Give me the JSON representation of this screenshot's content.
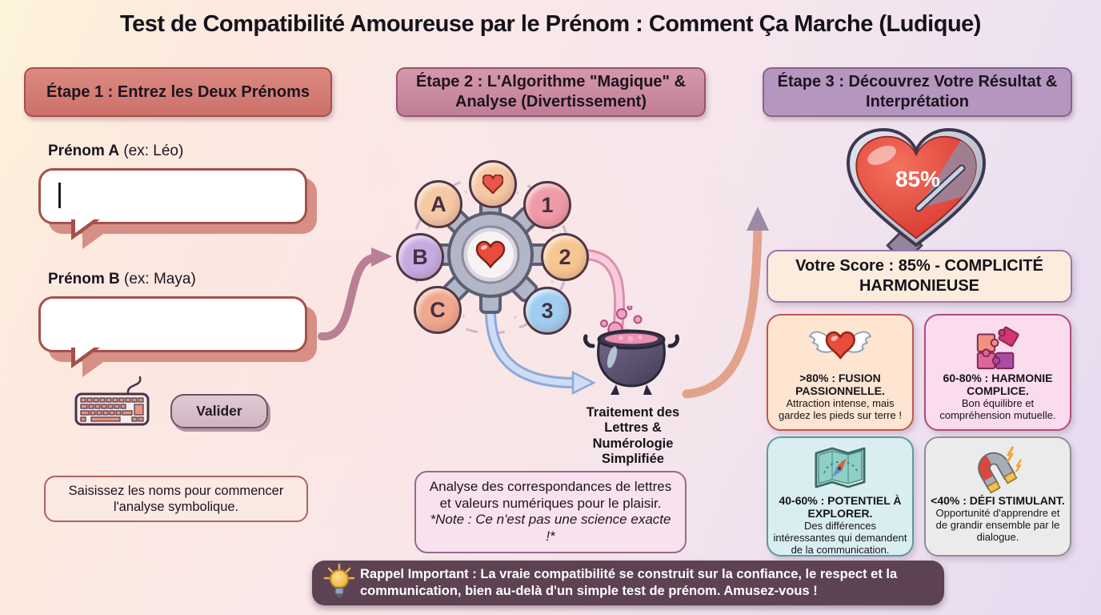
{
  "title": "Test de Compatibilité Amoureuse par le Prénom : Comment Ça Marche (Ludique)",
  "step1": {
    "header": "Étape 1 : Entrez les Deux Prénoms",
    "label_a_bold": "Prénom A",
    "label_a_hint": " (ex: Léo)",
    "input_a_value": "",
    "label_b_bold": "Prénom B",
    "label_b_hint": " (ex: Maya)",
    "input_b_value": "",
    "submit_label": "Valider",
    "note": "Saisissez les noms pour commencer l'analyse symbolique."
  },
  "step2": {
    "header": "Étape 2 : L'Algorithme \"Magique\" & Analyse (Divertissement)",
    "letters": {
      "a": "A",
      "b": "B",
      "c": "C"
    },
    "numbers": {
      "n1": "1",
      "n2": "2",
      "n3": "3"
    },
    "process_caption": "Traitement des Lettres & Numérologie Simplifiée",
    "note_text": "Analyse des correspondances de lettres et valeurs numériques pour le plaisir.",
    "note_disclaimer": "*Note : Ce n'est pas une science exacte !*"
  },
  "step3": {
    "header": "Étape 3 : Découvrez Votre Résultat & Interprétation",
    "score_value": "85%",
    "score_text": "Votre Score : 85% - COMPLICITÉ HARMONIEUSE",
    "results": [
      {
        "icon": "winged-heart-icon",
        "bg": "#fde5d2",
        "border": "#c0564e",
        "range_title": ">80% : FUSION PASSIONNELLE.",
        "description": "Attraction intense, mais gardez les pieds sur terre !"
      },
      {
        "icon": "puzzle-icon",
        "bg": "#fadcee",
        "border": "#b04a80",
        "range_title": "60-80% : HARMONIE COMPLICE.",
        "description": "Bon équilibre et compréhension mutuelle."
      },
      {
        "icon": "map-compass-icon",
        "bg": "#d9eef0",
        "border": "#5a9aa0",
        "range_title": "40-60% : POTENTIEL À EXPLORER.",
        "description": "Des différences intéressantes qui demandent de la communication."
      },
      {
        "icon": "magnet-icon",
        "bg": "#ebebeb",
        "border": "#909090",
        "range_title": "<40% : DÉFI STIMULANT.",
        "description": "Opportunité d'apprendre et de grandir ensemble par le dialogue."
      }
    ]
  },
  "footer": {
    "reminder": "Rappel Important : La vraie compatibilité se construit sur la confiance, le respect et la communication, bien au-delà d'un simple test de prénom. Amusez-vous !"
  },
  "colors": {
    "step1_header": "#d4817a",
    "step2_header": "#c98da3",
    "step3_header": "#b596be",
    "input_border": "#a5504a",
    "heart_red": "#e8493c",
    "score_box_bg": "#fcecdd",
    "footer_bg": "#5d4253"
  }
}
